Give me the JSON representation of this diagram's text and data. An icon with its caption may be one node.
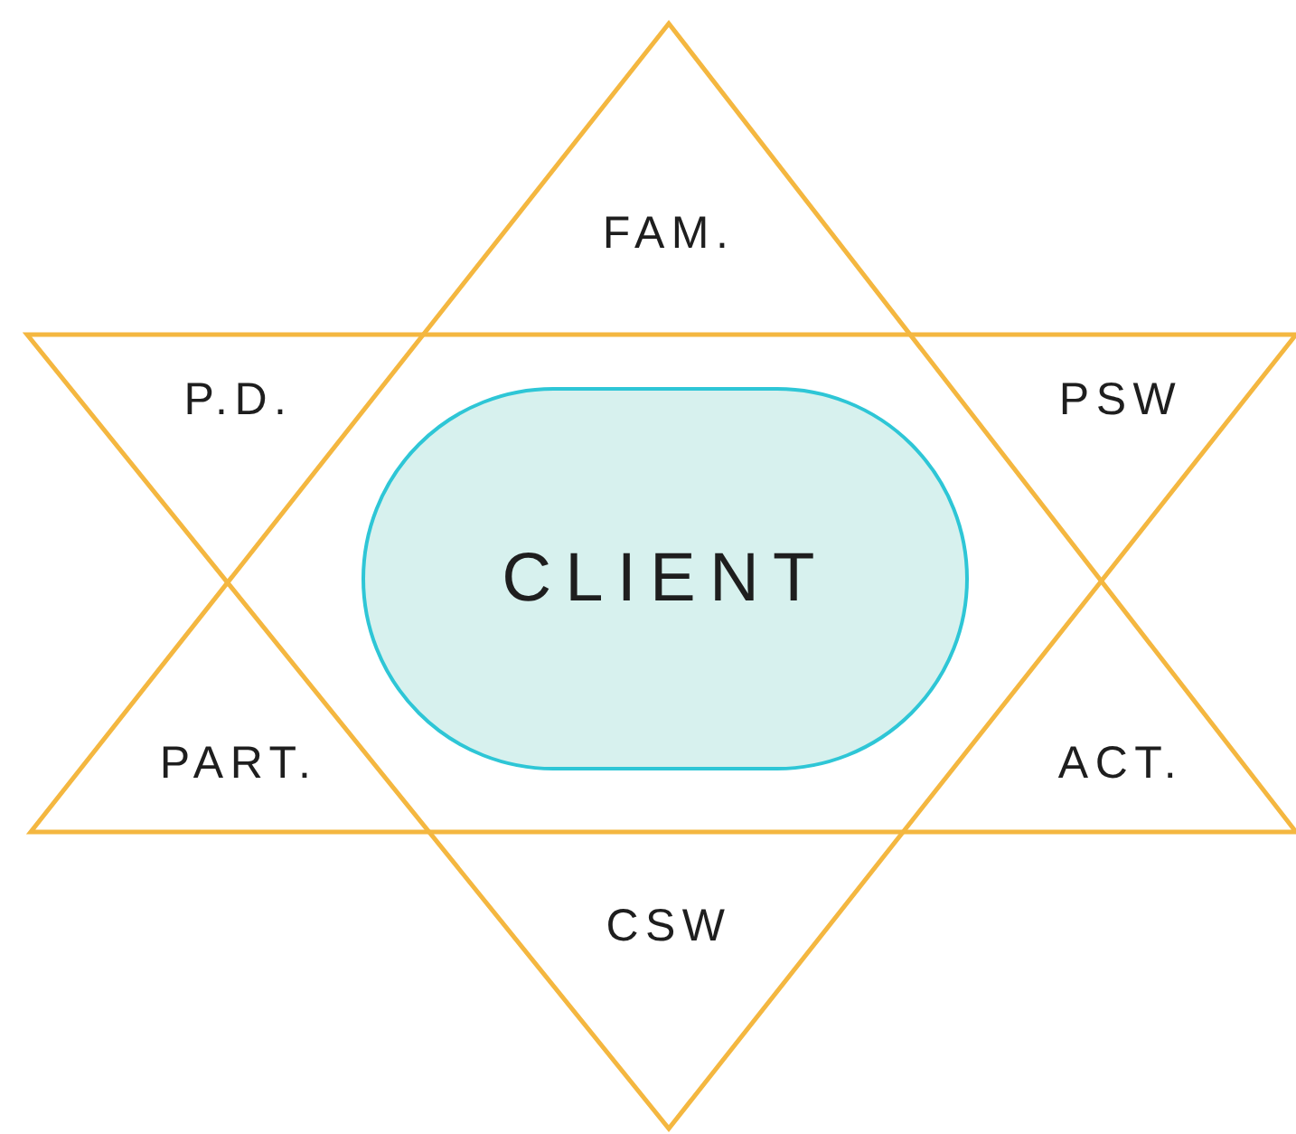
{
  "diagram": {
    "nodes": [
      {
        "text": [
          "FAM."
        ]
      },
      {
        "text": [
          "P.D."
        ]
      },
      {
        "text": [
          "PSW"
        ]
      },
      {
        "text": [
          "CLIENT"
        ]
      },
      {
        "text": [
          "PART."
        ]
      },
      {
        "text": [
          "ACT."
        ]
      },
      {
        "text": [
          "CSW"
        ]
      }
    ]
  }
}
